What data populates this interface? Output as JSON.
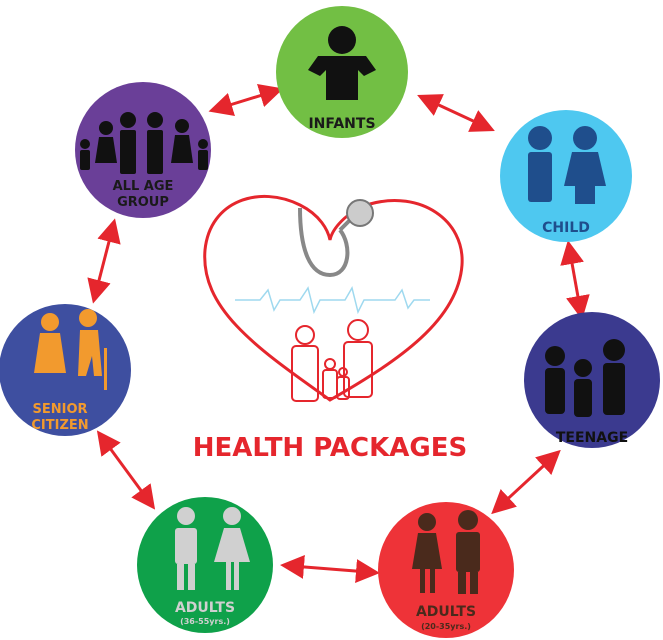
{
  "title": "HEALTH PACKAGES",
  "colors": {
    "title": "#e5262d",
    "arrow": "#e5262d",
    "heart": "#e5262d"
  },
  "nodes": [
    {
      "id": "infants",
      "label": "INFANTS",
      "sub": "",
      "color": "#72bf44",
      "text": "#1a1a1a",
      "icon": "baby-icon"
    },
    {
      "id": "child",
      "label": "CHILD",
      "sub": "",
      "color": "#4ec8f0",
      "text": "#1f4e8c",
      "icon": "children-icon"
    },
    {
      "id": "teenage",
      "label": "TEENAGE",
      "sub": "",
      "color": "#3b3a8f",
      "text": "#111111",
      "icon": "teenagers-icon"
    },
    {
      "id": "adults-young",
      "label": "ADULTS",
      "sub": "(20-35yrs.)",
      "color": "#ee3338",
      "text": "#4a2a1c",
      "icon": "couple-icon"
    },
    {
      "id": "adults-mid",
      "label": "ADULTS",
      "sub": "(36-55yrs.)",
      "color": "#0fa14a",
      "text": "#d0d0d0",
      "icon": "man-woman-icon"
    },
    {
      "id": "senior",
      "label": "SENIOR",
      "label2": "CITIZEN",
      "color": "#3e4fa0",
      "text": "#f29a2e",
      "icon": "elderly-couple-icon"
    },
    {
      "id": "all-age",
      "label": "ALL AGE",
      "label2": "GROUP",
      "color": "#6a3f98",
      "text": "#1a1a1a",
      "icon": "family-icon"
    }
  ]
}
